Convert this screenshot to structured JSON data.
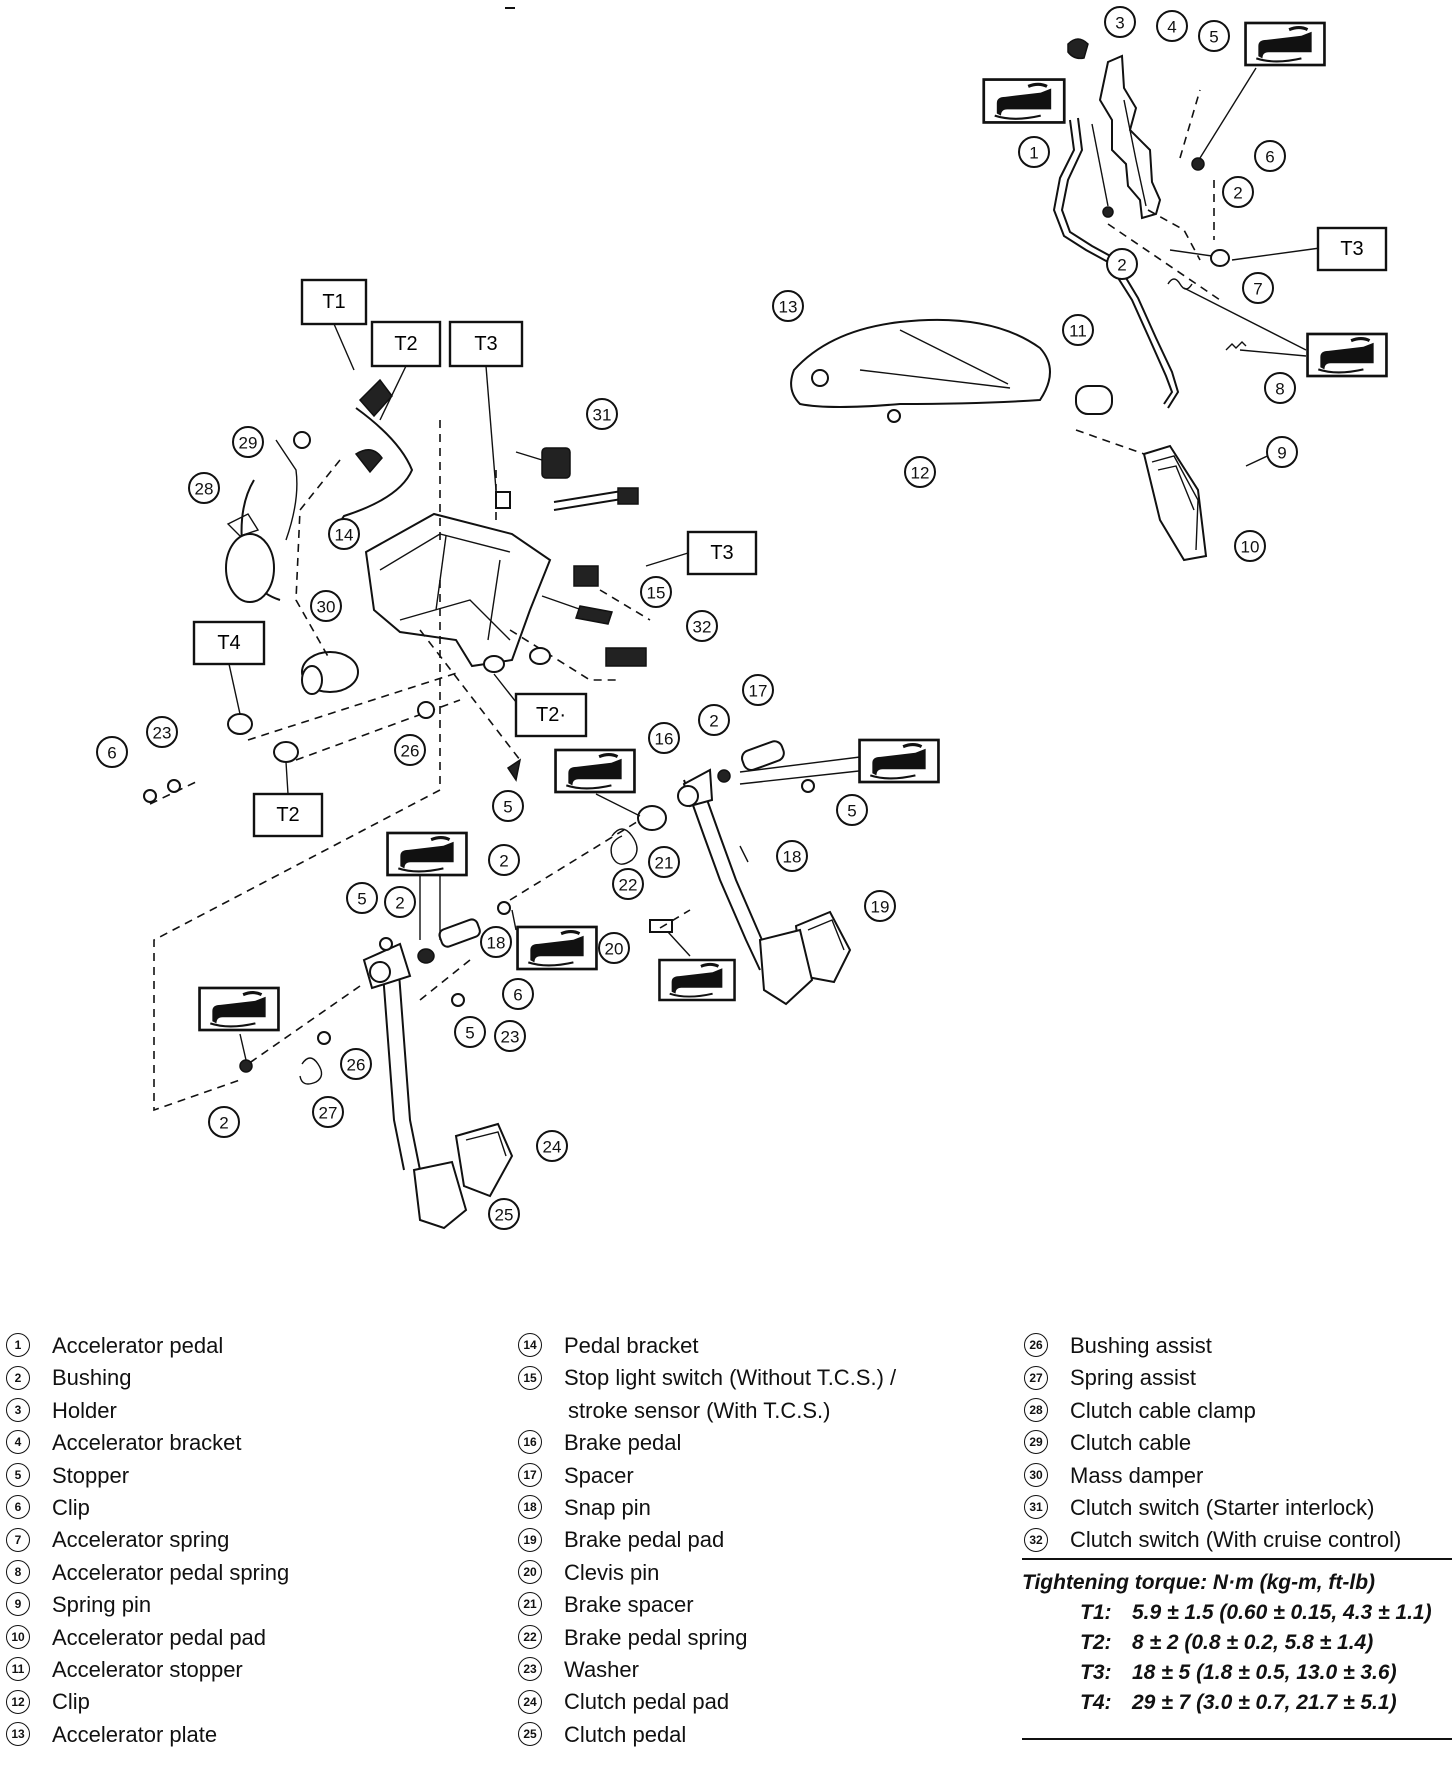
{
  "diagram": {
    "callouts": [
      "1",
      "2",
      "3",
      "4",
      "5",
      "6",
      "7",
      "8",
      "9",
      "10",
      "11",
      "12",
      "13",
      "14",
      "15",
      "16",
      "17",
      "18",
      "19",
      "20",
      "21",
      "22",
      "23",
      "24",
      "25",
      "26",
      "27",
      "28",
      "29",
      "30",
      "31",
      "32"
    ],
    "torque_labels": {
      "t1": "T1",
      "t2": "T2",
      "t3": "T3",
      "t4": "T4",
      "t2b": "T2·"
    }
  },
  "legend": {
    "col1": [
      {
        "num": "1",
        "label": "Accelerator pedal"
      },
      {
        "num": "2",
        "label": "Bushing"
      },
      {
        "num": "3",
        "label": "Holder"
      },
      {
        "num": "4",
        "label": "Accelerator bracket"
      },
      {
        "num": "5",
        "label": "Stopper"
      },
      {
        "num": "6",
        "label": "Clip"
      },
      {
        "num": "7",
        "label": "Accelerator spring"
      },
      {
        "num": "8",
        "label": "Accelerator pedal spring"
      },
      {
        "num": "9",
        "label": "Spring pin"
      },
      {
        "num": "10",
        "label": "Accelerator pedal pad"
      },
      {
        "num": "11",
        "label": "Accelerator stopper"
      },
      {
        "num": "12",
        "label": "Clip"
      },
      {
        "num": "13",
        "label": "Accelerator plate"
      }
    ],
    "col2": [
      {
        "num": "14",
        "label": "Pedal bracket"
      },
      {
        "num": "15",
        "label": "Stop light switch (Without T.C.S.) /"
      },
      {
        "num": "",
        "label": "stroke sensor (With T.C.S.)"
      },
      {
        "num": "16",
        "label": "Brake pedal"
      },
      {
        "num": "17",
        "label": "Spacer"
      },
      {
        "num": "18",
        "label": "Snap pin"
      },
      {
        "num": "19",
        "label": "Brake pedal pad"
      },
      {
        "num": "20",
        "label": "Clevis pin"
      },
      {
        "num": "21",
        "label": "Brake spacer"
      },
      {
        "num": "22",
        "label": "Brake pedal spring"
      },
      {
        "num": "23",
        "label": "Washer"
      },
      {
        "num": "24",
        "label": "Clutch pedal pad"
      },
      {
        "num": "25",
        "label": "Clutch pedal"
      }
    ],
    "col3": [
      {
        "num": "26",
        "label": "Bushing assist"
      },
      {
        "num": "27",
        "label": "Spring assist"
      },
      {
        "num": "28",
        "label": "Clutch cable clamp"
      },
      {
        "num": "29",
        "label": "Clutch cable"
      },
      {
        "num": "30",
        "label": "Mass damper"
      },
      {
        "num": "31",
        "label": "Clutch switch (Starter interlock)"
      },
      {
        "num": "32",
        "label": "Clutch switch (With cruise control)"
      }
    ]
  },
  "torque": {
    "title": "Tightening torque: N·m (kg-m, ft-lb)",
    "rows": [
      {
        "label": "T1:",
        "value": "5.9 ± 1.5 (0.60 ± 0.15, 4.3 ± 1.1)"
      },
      {
        "label": "T2:",
        "value": "8 ± 2 (0.8 ± 0.2, 5.8 ± 1.4)"
      },
      {
        "label": "T3:",
        "value": "18 ± 5 (1.8 ± 0.5, 13.0 ± 3.6)"
      },
      {
        "label": "T4:",
        "value": "29 ± 7 (3.0 ± 0.7, 21.7 ± 5.1)"
      }
    ]
  }
}
